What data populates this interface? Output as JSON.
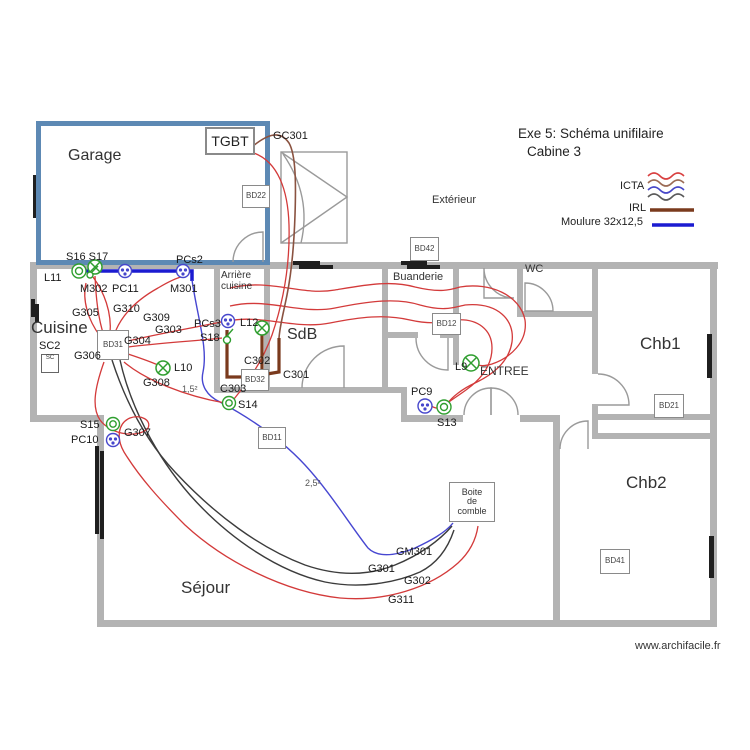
{
  "header": {
    "title_line1": "Exe 5: Schéma unifilaire",
    "title_line2": "Cabine 3"
  },
  "legend": {
    "icta_label": "ICTA",
    "irl_label": "IRL",
    "moulure_label": "Moulure 32x12,5",
    "icta_colors": [
      "#d94040",
      "#9b6b55",
      "#4747c8",
      "#5a5a5a"
    ],
    "irl_color": "#7a3a1d",
    "moulure_color": "#1b1bd1"
  },
  "rooms": {
    "garage": "Garage",
    "cuisine": "Cuisine",
    "arriere_cuisine": "Arrière cuisine",
    "sdb": "SdB",
    "buanderie": "Buanderie",
    "wc": "WC",
    "chb1": "Chb1",
    "chb2": "Chb2",
    "sejour": "Séjour",
    "entree": "ENTREE",
    "exterieur": "Extérieur"
  },
  "panel_label": "TGBT",
  "boxes": {
    "bd11": "BD11",
    "bd12": "BD12",
    "bd21": "BD21",
    "bd22": "BD22",
    "bd31": "BD31",
    "bd32": "BD32",
    "bd41": "BD41",
    "bd42": "BD42",
    "sc_box": "SC",
    "attic_line1": "Boite",
    "attic_line2": "de",
    "attic_line3": "comble"
  },
  "labels": {
    "s16_s17": "S16 S17",
    "pcs2": "PCs2",
    "l11": "L11",
    "m302": "M302",
    "pc11": "PC11",
    "m301": "M301",
    "gc301": "GC301",
    "g305": "G305",
    "g310": "G310",
    "g309": "G309",
    "g303": "G303",
    "g304": "G304",
    "g306": "G306",
    "g308": "G308",
    "l10": "L10",
    "sc2": "SC2",
    "pcs3": "PCs3",
    "s18": "S18",
    "l12": "L12",
    "c302": "C302",
    "c301": "C301",
    "c303": "C303",
    "s14": "S14",
    "s15": "S15",
    "pc10": "PC10",
    "g307": "G307",
    "l9": "L9",
    "pc9": "PC9",
    "s13": "S13",
    "gm301": "GM301",
    "g301": "G301",
    "g302": "G302",
    "g311": "G311",
    "section_15": "1,5²",
    "section_25": "2,5²"
  },
  "footer": {
    "watermark": "www.archifacile.fr"
  }
}
